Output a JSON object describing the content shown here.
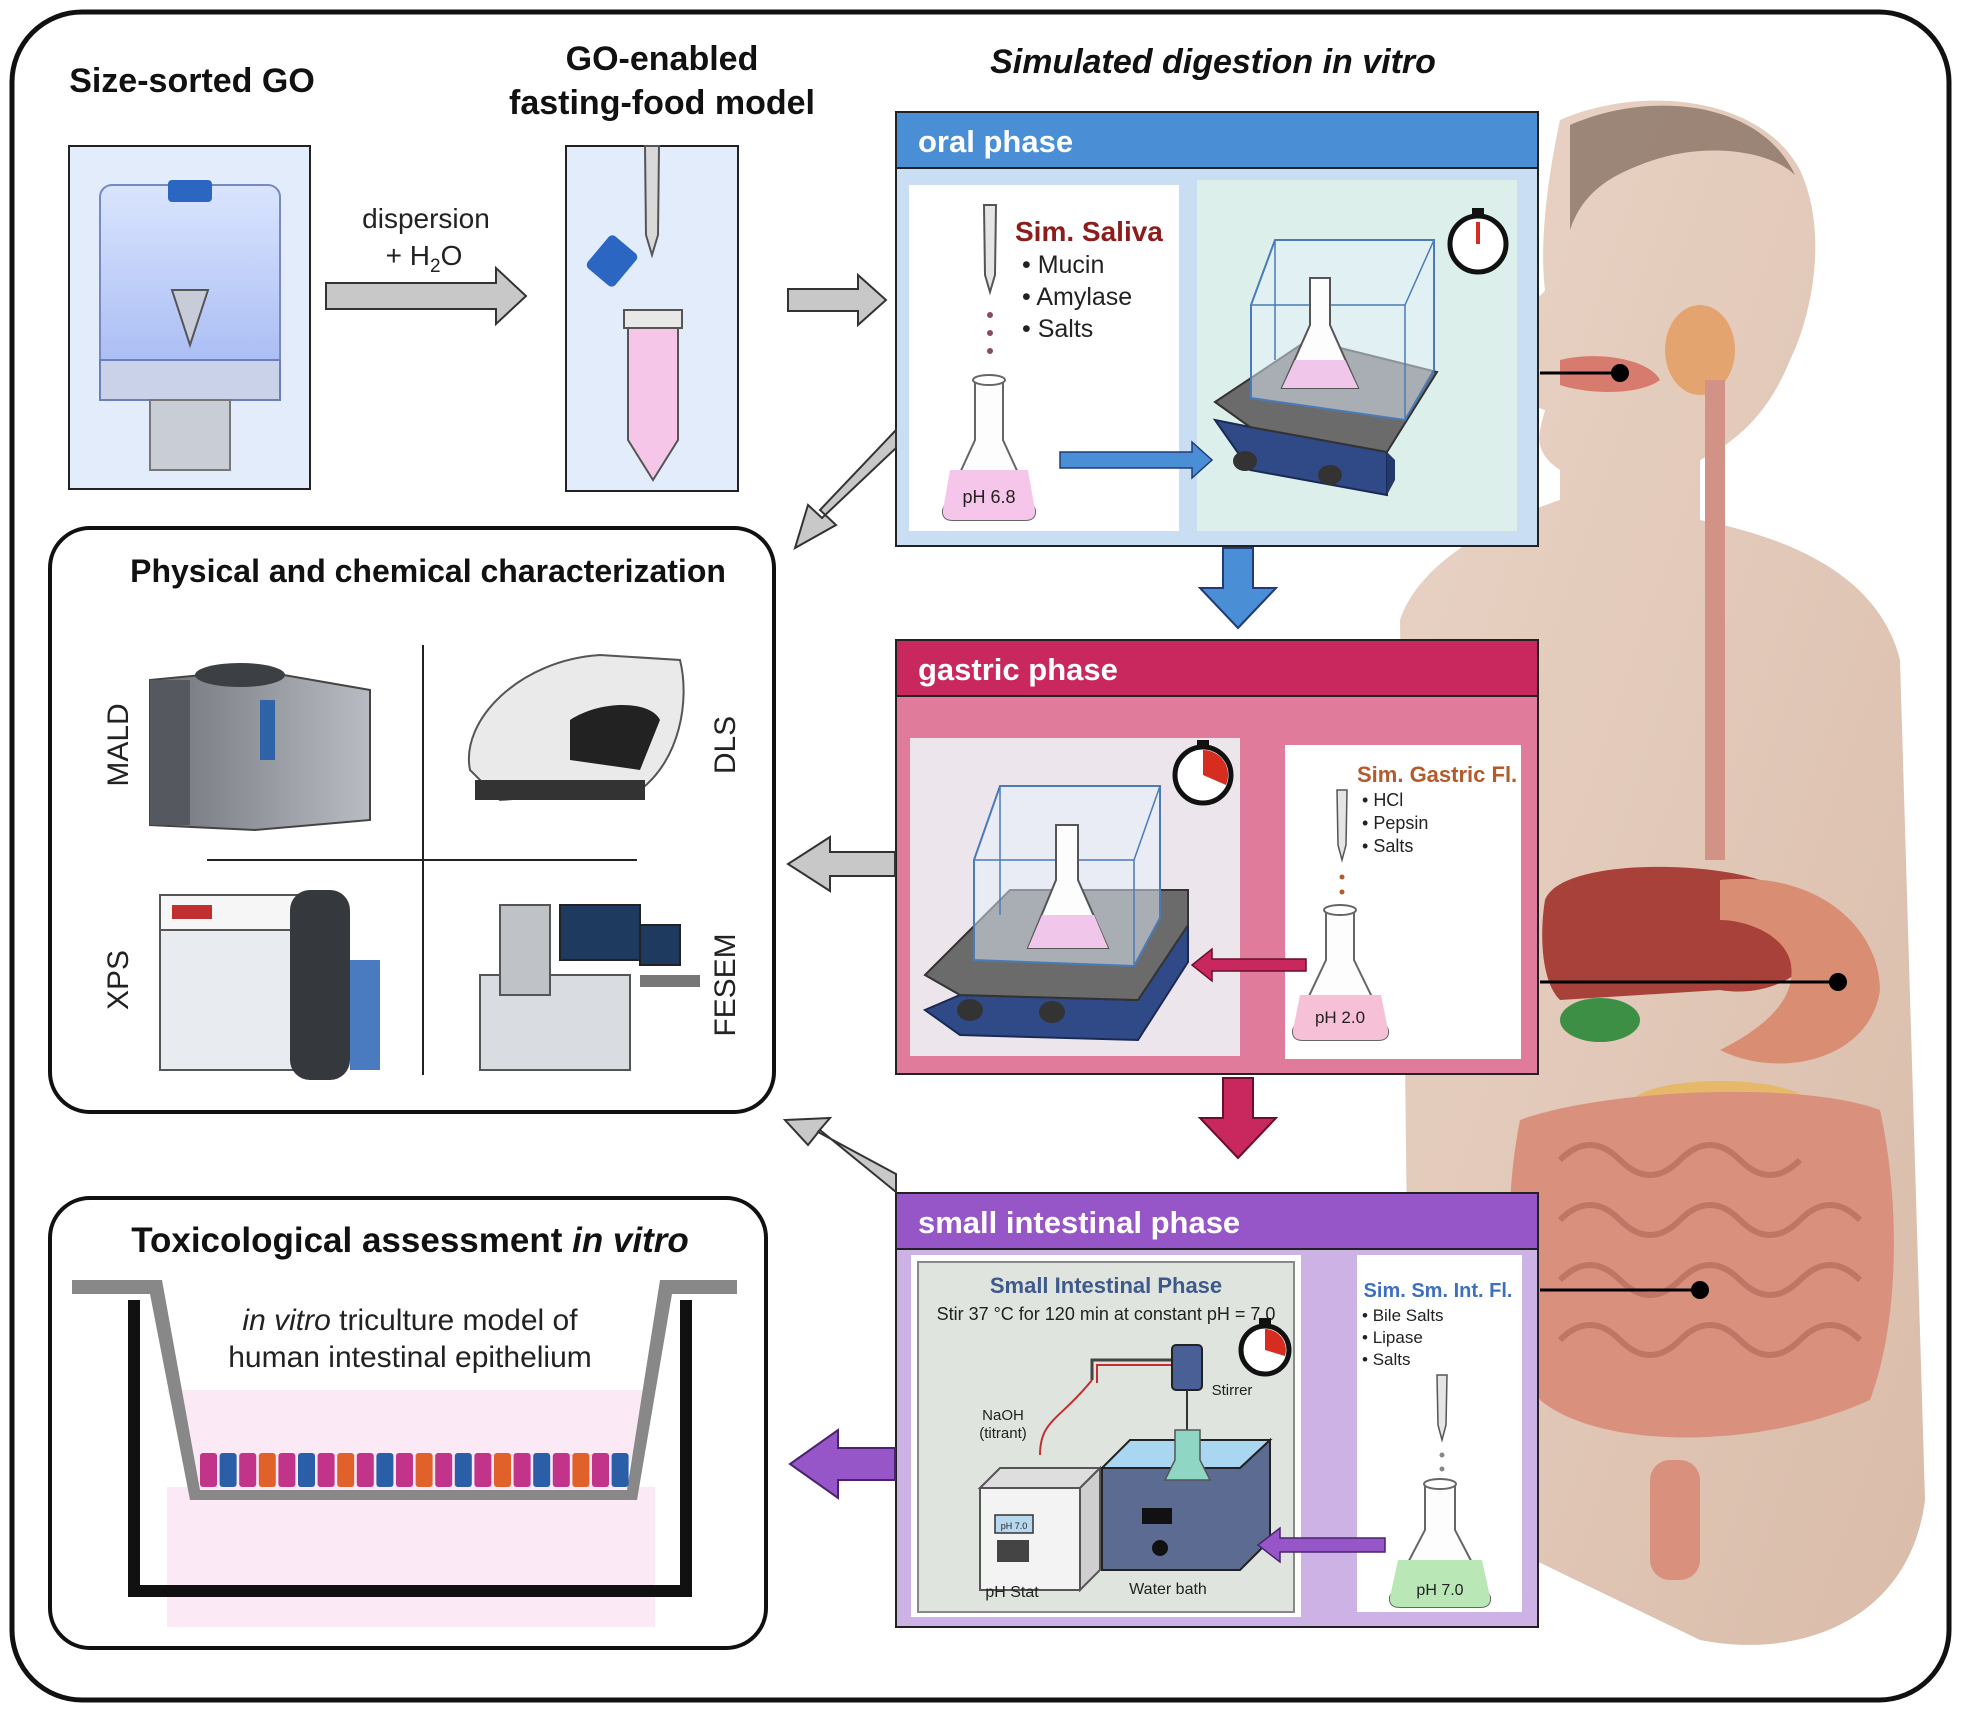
{
  "colors": {
    "oral": "#4a8fd6",
    "oral_bg": "#c9ddf3",
    "gastric": "#c9285f",
    "gastric_bg": "#e07b9c",
    "intestinal": "#9656c7",
    "intestinal_bg": "#cdb2e6",
    "arrow_gray": "#c8c8c8",
    "saliva_title": "#8b1d1d",
    "gastric_title": "#b55a2a",
    "intestinal_title": "#3e6fc0"
  },
  "headers": {
    "size_sorted": "Size-sorted GO",
    "fasting_food_l1": "GO-enabled",
    "fasting_food_l2": "fasting-food model",
    "digestion_pre": "Simulated digestion ",
    "digestion_em": "in vitro"
  },
  "dispersion": {
    "line1": "dispersion",
    "line2_pre": "+ H",
    "line2_sub": "2",
    "line2_post": "O"
  },
  "oral": {
    "title": "oral phase",
    "fluid_title": "Sim. Saliva",
    "items": [
      "Mucin",
      "Amylase",
      "Salts"
    ],
    "ph": "pH 6.8"
  },
  "gastric": {
    "title": "gastric phase",
    "fluid_title": "Sim. Gastric Fl.",
    "items": [
      "HCl",
      "Pepsin",
      "Salts"
    ],
    "ph": "pH 2.0"
  },
  "intestinal": {
    "title": "small intestinal phase",
    "panel_title": "Small Intestinal Phase",
    "panel_sub": "Stir  37 °C for 120 min at constant pH = 7.0",
    "naoh_l1": "NaOH",
    "naoh_l2": "(titrant)",
    "stirrer": "Stirrer",
    "ph_stat": "pH Stat",
    "water_bath": "Water bath",
    "display_ph": "pH 7.0",
    "fluid_title": "Sim. Sm. Int. Fl.",
    "items": [
      "Bile Salts",
      "Lipase",
      "Salts"
    ],
    "ph": "pH 7.0"
  },
  "characterization": {
    "title": "Physical and chemical characterization",
    "labels": [
      "MALD",
      "DLS",
      "XPS",
      "FESEM"
    ]
  },
  "toxicology": {
    "title_pre": "Toxicological assessment ",
    "title_em": "in vitro",
    "desc_l1_em": "in vitro",
    "desc_l1_rest": " triculture model of",
    "desc_l2": "human intestinal epithelium"
  }
}
